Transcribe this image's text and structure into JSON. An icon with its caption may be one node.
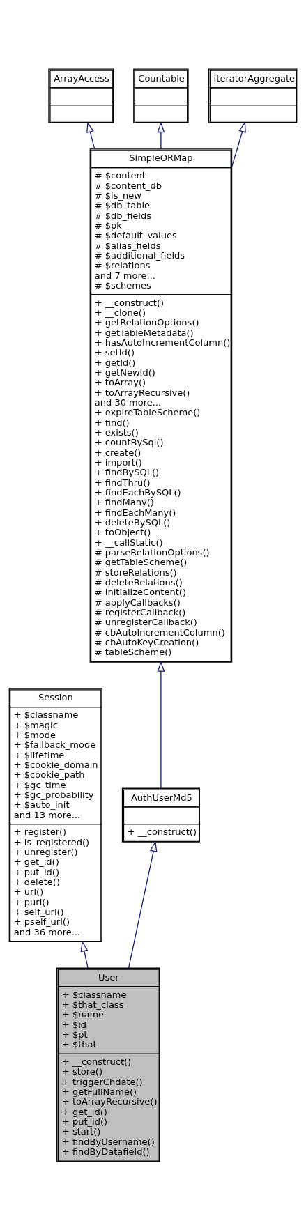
{
  "diagram": {
    "nodes": [
      {
        "text": [
          "ArrayAccess"
        ]
      },
      {
        "text": [
          "Countable"
        ]
      },
      {
        "text": [
          "IteratorAggregate"
        ]
      },
      {
        "text": [
          "SimpleORMap",
          "# $content # $content_db # $is_new # $db_table # $db_fields # $pk # $default_values # $alias_fields # $additional_fields # $relations and 7 more... # $schemes",
          "+ __construct() + __clone() + getRelationOptions() + getTableMetadata() + hasAutoIncrementColumn() + setId() + getId() + getNewId() + toArray() + toArrayRecursive() and 30 more... + expireTableScheme() + find() + exists() + countBySql() + create() + import() + findBySQL() + findThru() + findEachBySQL() + findMany() + findEachMany() + deleteBySQL() + toObject() + __callStatic() # parseRelationOptions() # getTableScheme() # storeRelations() # deleteRelations() # initializeContent() # applyCallbacks() # registerCallback() # unregisterCallback() # cbAutoIncrementColumn() # cbAutoKeyCreation() # tableScheme()"
        ]
      },
      {
        "text": [
          "Session",
          "+ $classname + $magic + $mode + $fallback_mode + $lifetime + $cookie_domain + $cookie_path + $gc_time + $gc_probability + $auto_init and 13 more...",
          "+ register() + is_registered() + unregister() + get_id() + put_id() + delete() + url() + purl() + self_url() + pself_url() and 36 more..."
        ]
      },
      {
        "text": [
          "AuthUserMd5",
          "+ __construct()"
        ]
      },
      {
        "text": [
          "User",
          "+ $classname + $that_class + $name + $id + $pt + $that",
          "+ __construct() + store() + triggerChdate() + getFullName() + toArrayRecursive() + get_id() + put_id() + start() + findByUsername() + findByDatafield()"
        ]
      }
    ],
    "edges": [
      {
        "from": 3,
        "to": 0,
        "arrow": "to"
      },
      {
        "from": 3,
        "to": 1,
        "arrow": "to"
      },
      {
        "from": 3,
        "to": 2,
        "arrow": "to"
      },
      {
        "from": 5,
        "to": 3,
        "arrow": "to"
      },
      {
        "from": 6,
        "to": 4,
        "arrow": "to"
      },
      {
        "from": 6,
        "to": 5,
        "arrow": "to"
      }
    ]
  }
}
